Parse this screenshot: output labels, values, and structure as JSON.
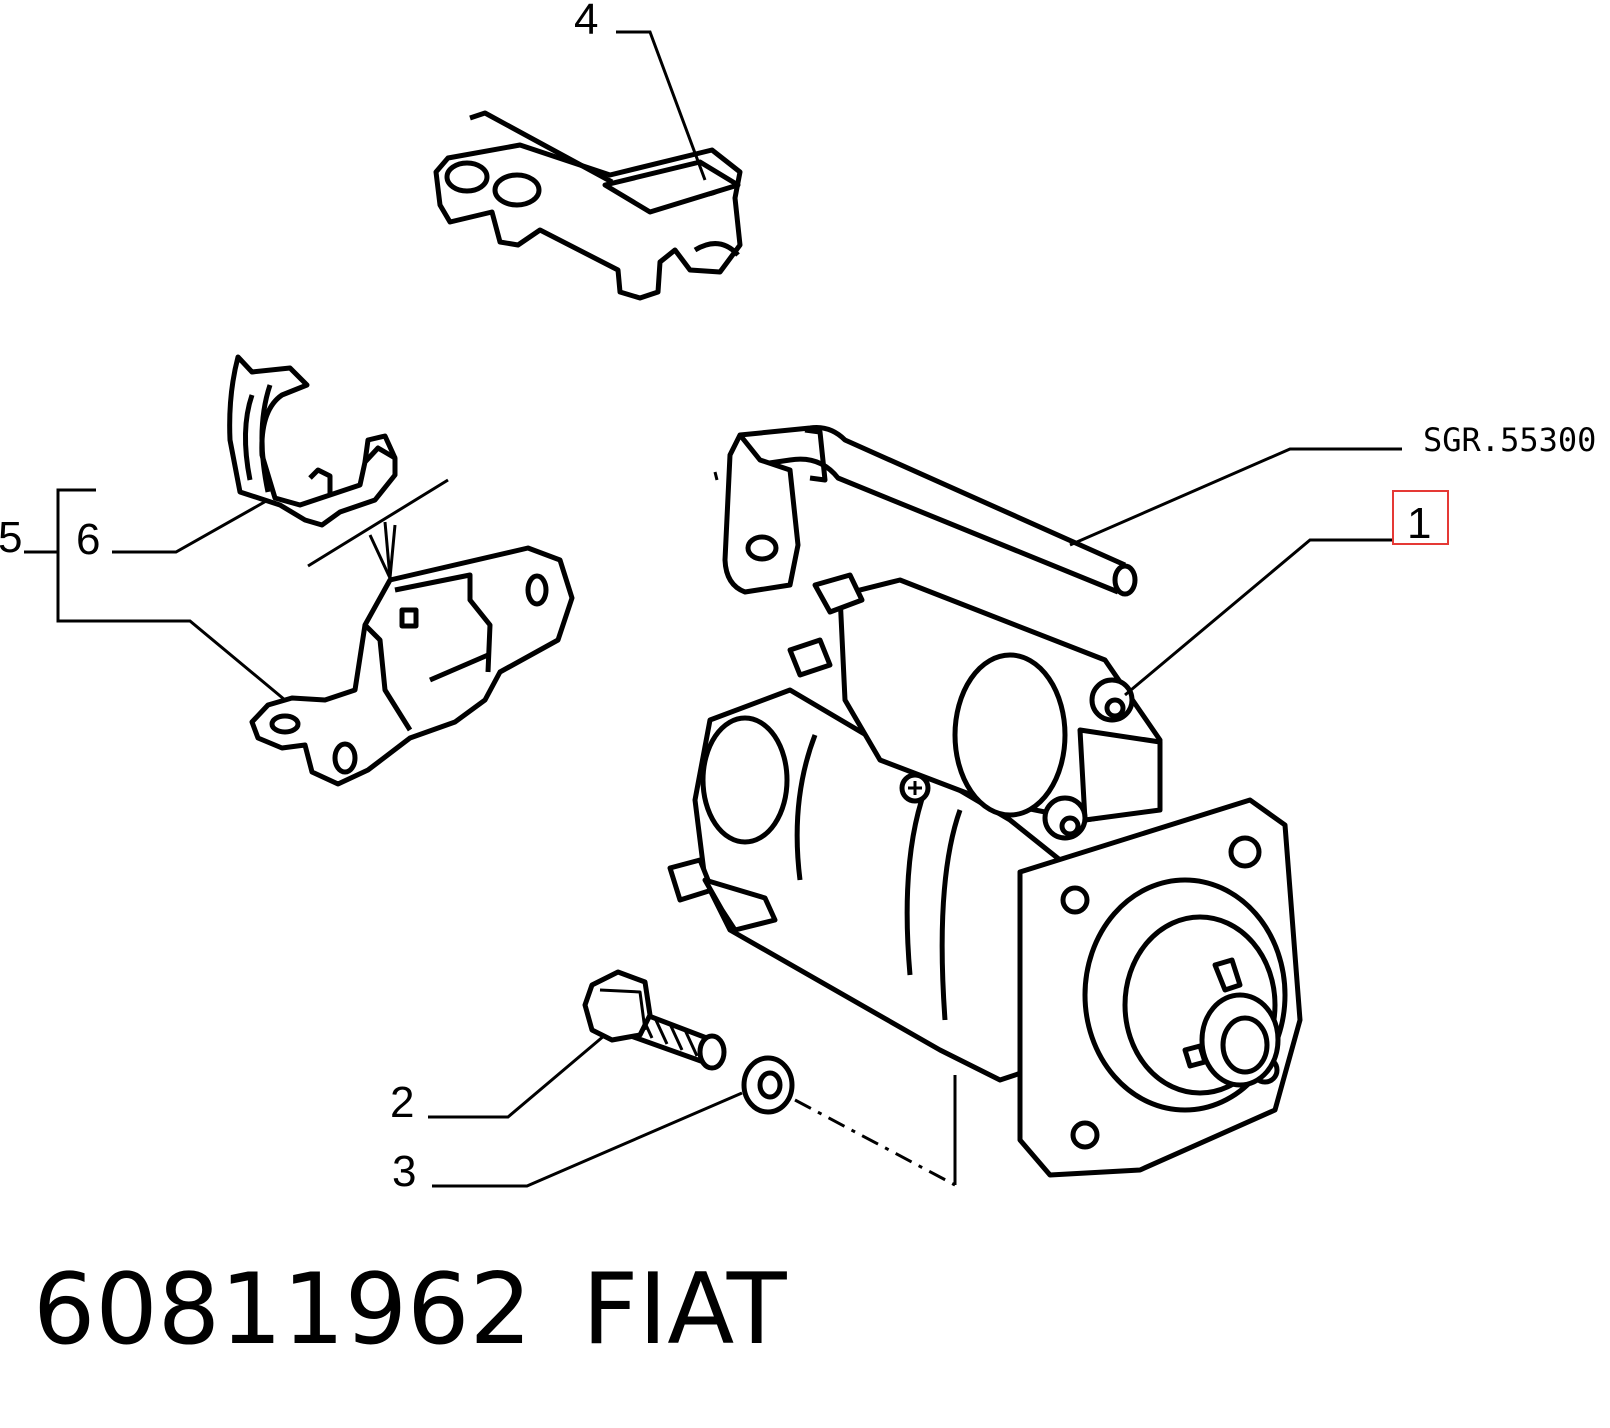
{
  "callouts": {
    "part1": "1",
    "part2": "2",
    "part3": "3",
    "part4": "4",
    "part5": "5",
    "part6": "6"
  },
  "reference": "SGR.55300",
  "footer": {
    "part_number": "60811962",
    "brand": "FIAT"
  },
  "colors": {
    "line": "#000000",
    "highlight_box": "#e53935",
    "background": "#ffffff"
  }
}
